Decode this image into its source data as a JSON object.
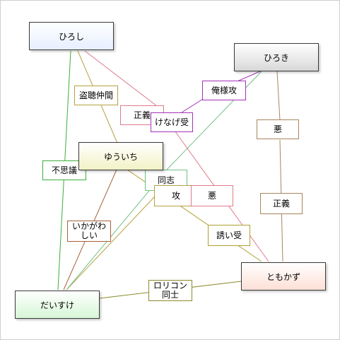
{
  "nodes": [
    {
      "id": "hiroshi",
      "label": "ひろし"
    },
    {
      "id": "hiroki",
      "label": "ひろき"
    },
    {
      "id": "yuuichi",
      "label": "ゆういち"
    },
    {
      "id": "tomokazu",
      "label": "ともかず"
    },
    {
      "id": "daisuke",
      "label": "だいすけ"
    }
  ],
  "edges": [
    {
      "id": "e_hiroshi_daisuke",
      "label": "不思議",
      "color": "#3cae3c"
    },
    {
      "id": "e_hiroshi_yuuichi",
      "label": "盗聴仲間",
      "color": "#b5a243"
    },
    {
      "id": "e_hiroshi_tomokazu",
      "label": "正義",
      "color": "#e07a8a"
    },
    {
      "id": "e_hiroki_yuuichi",
      "label": "俺様攻",
      "color": "#a431b8"
    },
    {
      "id": "e_hiroki_tomokazu",
      "label": "悪",
      "color": "#a7855e"
    },
    {
      "id": "e_hiroki_daisuke",
      "label": "同志",
      "color": "#6fbf84"
    },
    {
      "id": "e_yuuichi_daisuke",
      "label": "いかがわしい",
      "color": "#a8603a"
    },
    {
      "id": "e_yuuichi_tomokazu",
      "label": "誘い受",
      "color": "#b0a030"
    },
    {
      "id": "e_daisuke_tomokazu",
      "label": "ロリコン同士",
      "color": "#8b8b2e"
    },
    {
      "id": "e_tomokazu_hiroki",
      "label": "正義",
      "color": "#a7855e"
    },
    {
      "id": "e_yuuichi_hiroki",
      "label": "けなげ受",
      "color": "#a431b8"
    },
    {
      "id": "e_tomokazu_daisuke",
      "label": "攻",
      "color": "#b5a243"
    },
    {
      "id": "e_hiroshi_tomokazu2",
      "label": "悪",
      "color": "#e07a8a"
    }
  ],
  "colors": {
    "hiroshi": "#e6efff",
    "hiroki": "#d8d8d8",
    "yuuichi": "#f2f2c6",
    "tomokazu": "#fde0d6",
    "daisuke": "#d6f6d6"
  }
}
